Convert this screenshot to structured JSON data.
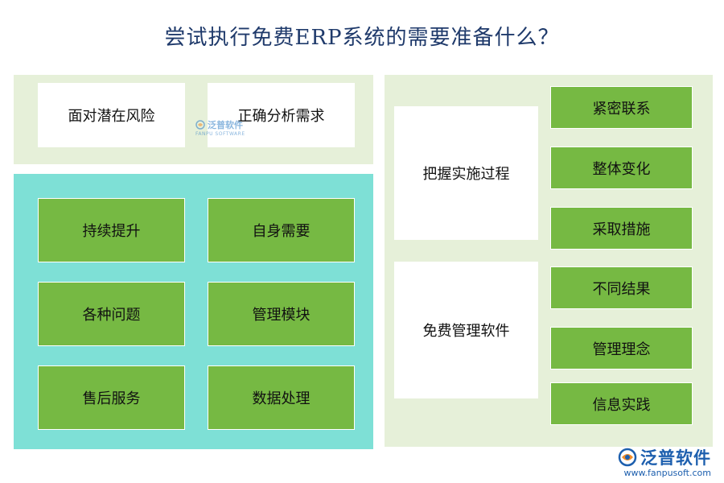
{
  "title": "尝试执行免费ERP系统的需要准备什么？",
  "top_left": [
    "面对潜在风险",
    "正确分析需求"
  ],
  "bottom_left": [
    "持续提升",
    "自身需要",
    "各种问题",
    "管理模块",
    "售后服务",
    "数据处理"
  ],
  "right": {
    "groups": [
      "把握实施过程",
      "免费管理软件"
    ],
    "items": [
      "紧密联系",
      "整体变化",
      "采取措施",
      "不同结果",
      "管理理念",
      "信息实践"
    ]
  },
  "watermark": {
    "brand": "泛普软件",
    "sub": "FANPU SOFTWARE"
  },
  "logo": {
    "brand": "泛普软件",
    "url": "www.fanpusoft.com"
  },
  "colors": {
    "green": "#76b943",
    "teal": "#7ee0d6",
    "light": "#e6f0d9",
    "title": "#1f3a6b",
    "brand": "#1d5fae"
  }
}
